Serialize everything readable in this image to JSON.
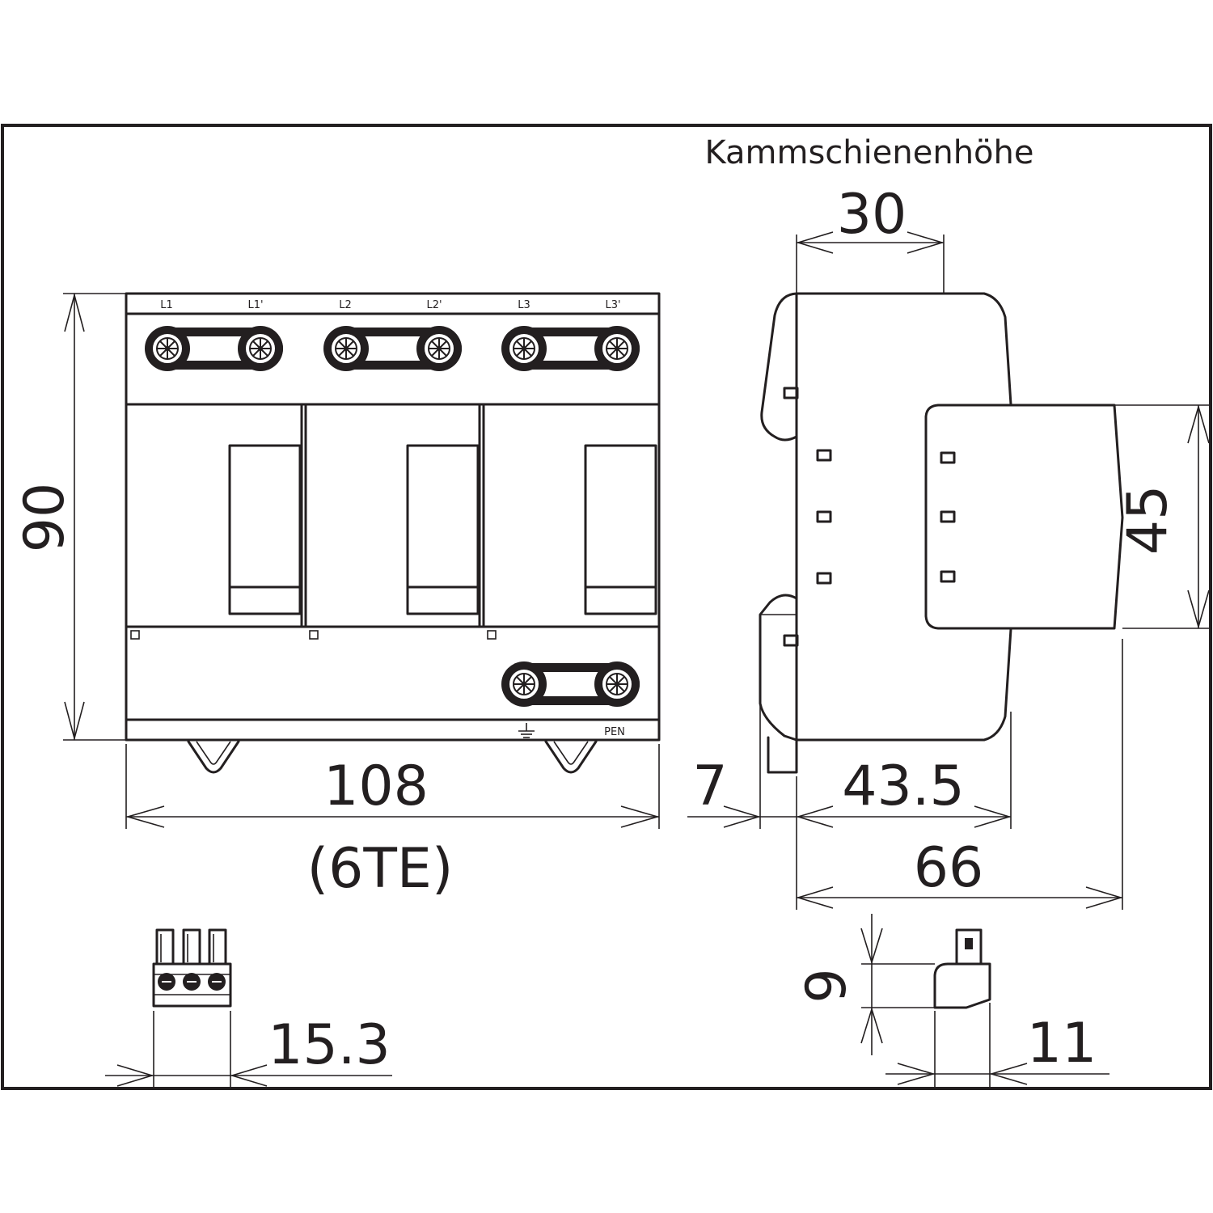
{
  "title": "Kammschienenhöhe",
  "dimensions": {
    "height_total": "90",
    "width_total": "108",
    "width_units": "(6TE)",
    "comb_height": "30",
    "front_height": "45",
    "rail_offset": "7",
    "depth_mid": "43.5",
    "depth_total": "66",
    "plug_width": "15.3",
    "plug_small_height": "9",
    "plug_small_width": "11"
  },
  "terminals_top": [
    "L1",
    "L1'",
    "L2",
    "L2'",
    "L3",
    "L3'"
  ],
  "terminal_bottom": "PEN",
  "icons": [
    "ground-symbol-icon",
    "screw-terminal-icon"
  ]
}
